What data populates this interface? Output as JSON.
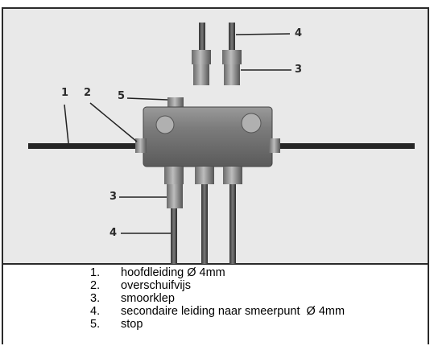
{
  "figure": {
    "callouts": [
      "1",
      "2",
      "5",
      "4",
      "3",
      "3",
      "4"
    ]
  },
  "legend": {
    "items": [
      {
        "num": "1.",
        "text": "hoofdleiding Ø 4mm"
      },
      {
        "num": "2.",
        "text": "overschuifvijs"
      },
      {
        "num": "3.",
        "text": "smoorklep"
      },
      {
        "num": "4.",
        "text": "secondaire leiding naar smeerpunt  Ø 4mm"
      },
      {
        "num": "5.",
        "text": "stop"
      }
    ]
  }
}
